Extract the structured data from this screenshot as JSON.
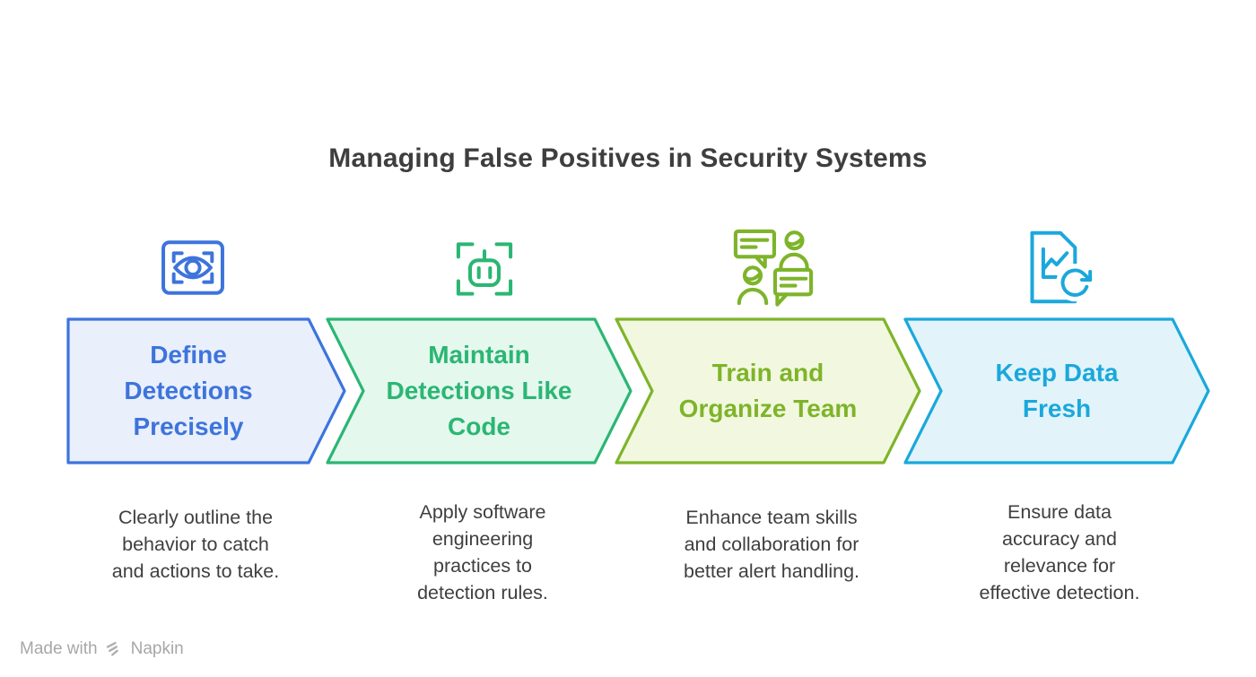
{
  "title": "Managing False Positives in Security Systems",
  "colors": {
    "title": "#3E3E3E",
    "description": "#3F3F3F",
    "watermark_text": "#A7A7A7",
    "watermark_logo": "#B0B0B0"
  },
  "steps": [
    {
      "label": "Define Detections Precisely",
      "label_lines": [
        "Define",
        "Detections",
        "Precisely"
      ],
      "description": "Clearly outline the behavior to catch and actions to take.",
      "description_lines": [
        "Clearly outline the",
        "behavior to catch",
        "and actions to take."
      ],
      "icon": "eye-detection-icon",
      "accent_color": "#3D74DC",
      "fill_color": "#E9EFFB"
    },
    {
      "label": "Maintain Detections Like Code",
      "label_lines": [
        "Maintain",
        "Detections Like",
        "Code"
      ],
      "description": "Apply software engineering practices to detection rules.",
      "description_lines": [
        "Apply software",
        "engineering",
        "practices to",
        "detection rules."
      ],
      "icon": "robot-scan-icon",
      "accent_color": "#2BB673",
      "fill_color": "#E4F8EE"
    },
    {
      "label": "Train and Organize Team",
      "label_lines": [
        "Train and",
        "Organize Team"
      ],
      "description": "Enhance team skills and collaboration for better alert handling.",
      "description_lines": [
        "Enhance team skills",
        "and collaboration for",
        "better alert handling."
      ],
      "icon": "team-chat-icon",
      "accent_color": "#7EB42A",
      "fill_color": "#F2F8DF"
    },
    {
      "label": "Keep Data Fresh",
      "label_lines": [
        "Keep Data",
        "Fresh"
      ],
      "description": "Ensure data accuracy and relevance for effective detection.",
      "description_lines": [
        "Ensure data",
        "accuracy and",
        "relevance for",
        "effective detection."
      ],
      "icon": "data-refresh-icon",
      "accent_color": "#1AA8DC",
      "fill_color": "#E2F3FA"
    }
  ],
  "footer": {
    "made_with": "Made with",
    "brand": "Napkin"
  }
}
